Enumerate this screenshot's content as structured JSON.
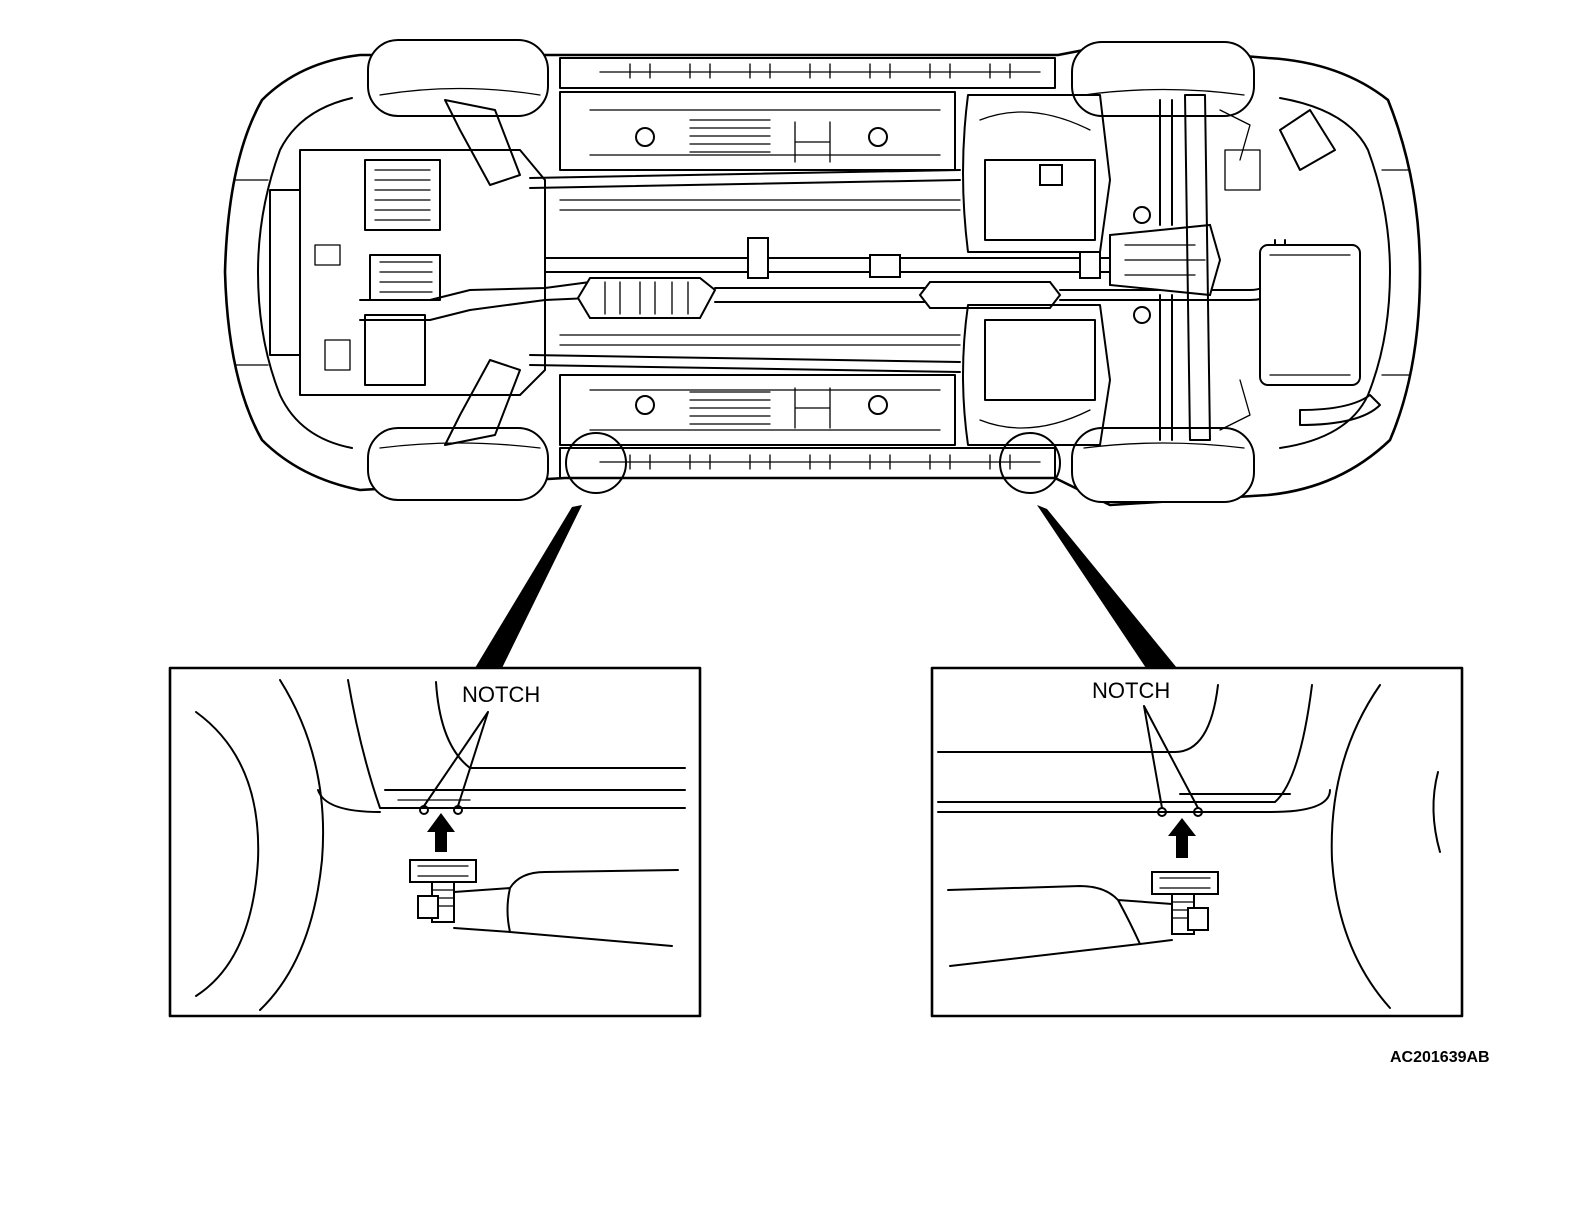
{
  "figure_code": "AC201639AB",
  "callouts": {
    "left_label": "NOTCH",
    "right_label": "NOTCH"
  }
}
